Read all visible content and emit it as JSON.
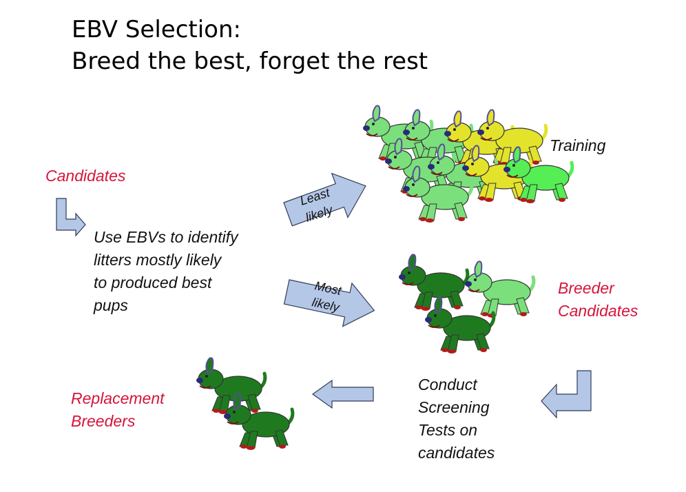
{
  "title": {
    "line1": "EBV Selection:",
    "line2": "Breed the best, forget the rest"
  },
  "labels": {
    "candidates": "Candidates",
    "use_ebvs": [
      "Use EBVs to identify",
      "litters mostly likely",
      "to produced best",
      "pups"
    ],
    "training": "Training",
    "breeder_candidates": [
      "Breeder",
      "Candidates"
    ],
    "conduct": [
      "Conduct",
      "Screening",
      "Tests on",
      "candidates"
    ],
    "replacement": [
      "Replacement",
      "Breeders"
    ]
  },
  "arrows": {
    "least": [
      "Least",
      "likely"
    ],
    "most": [
      "Most",
      "likely"
    ]
  },
  "colors": {
    "red_text": "#d6143a",
    "arrow_fill": "#b4c7e7",
    "arrow_stroke": "#2f3b57",
    "dog_light_green": "#7be07b",
    "dog_yellow": "#e3e32c",
    "dog_bright_green": "#55ee55",
    "dog_dark_green": "#1f7a1f"
  }
}
